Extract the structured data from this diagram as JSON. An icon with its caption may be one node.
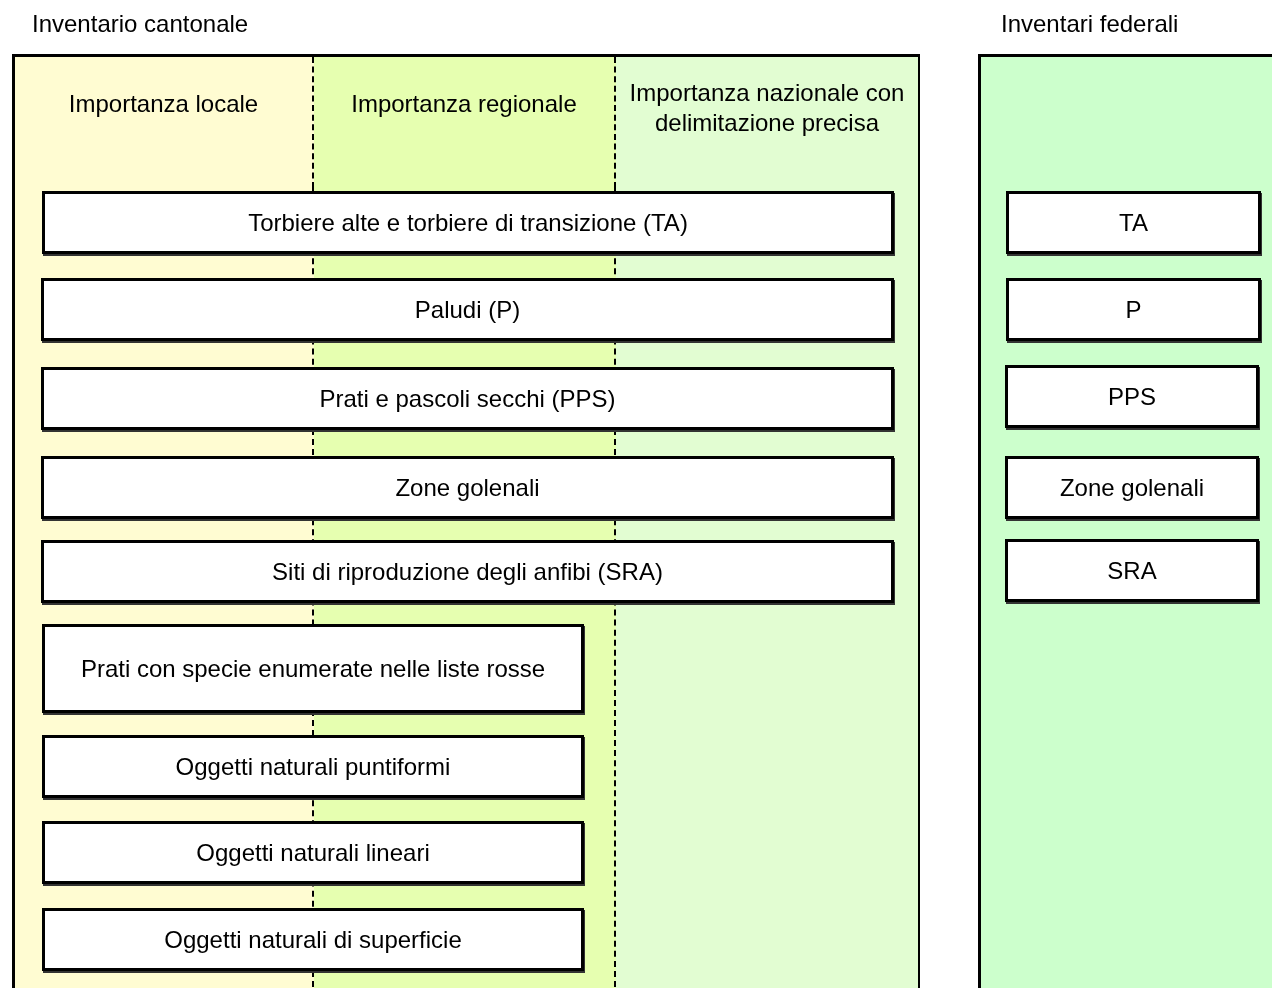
{
  "diagram": {
    "nodes": [
      {
        "text": [
          "Inventario cantonale"
        ]
      },
      {
        "text": [
          "Importanza locale"
        ],
        "in": 0
      },
      {
        "text": [
          "Importanza regionale"
        ],
        "in": 0
      },
      {
        "text": [
          "Importanza nazionale con delimitazione precisa"
        ],
        "in": 0
      },
      {
        "text": [
          "Torbiere alte e torbiere di transizione (TA)"
        ],
        "in": 0
      },
      {
        "text": [
          "Paludi (P)"
        ],
        "in": 0
      },
      {
        "text": [
          "Prati e pascoli secchi (PPS)"
        ],
        "in": 0
      },
      {
        "text": [
          "Zone golenali"
        ],
        "in": 0
      },
      {
        "text": [
          "Siti di riproduzione degli anfibi (SRA)"
        ],
        "in": 0
      },
      {
        "text": [
          "Prati con specie enumerate nelle liste rosse"
        ],
        "in": 0
      },
      {
        "text": [
          "Oggetti naturali puntiformi"
        ],
        "in": 0
      },
      {
        "text": [
          "Oggetti naturali lineari"
        ],
        "in": 0
      },
      {
        "text": [
          "Oggetti naturali di superficie"
        ],
        "in": 0
      },
      {
        "text": [
          "Inventari federali"
        ]
      },
      {
        "text": [
          "TA"
        ],
        "in": 13
      },
      {
        "text": [
          "P"
        ],
        "in": 13
      },
      {
        "text": [
          "PPS"
        ],
        "in": 13
      },
      {
        "text": [
          "Zone golenali"
        ],
        "in": 13
      },
      {
        "text": [
          "SRA"
        ],
        "in": 13
      }
    ],
    "edges": []
  }
}
